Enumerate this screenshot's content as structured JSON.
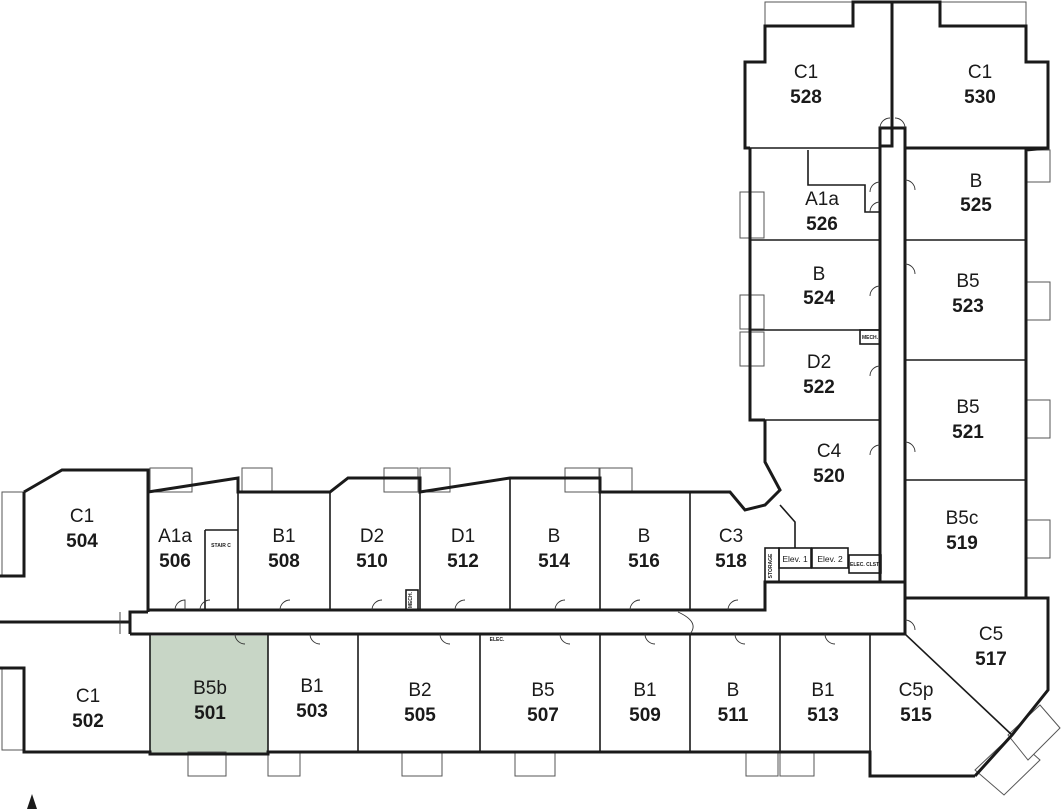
{
  "units": [
    {
      "id": "501",
      "type": "B5b",
      "highlighted": true
    },
    {
      "id": "502",
      "type": "C1"
    },
    {
      "id": "503",
      "type": "B1"
    },
    {
      "id": "504",
      "type": "C1"
    },
    {
      "id": "505",
      "type": "B2"
    },
    {
      "id": "506",
      "type": "A1a"
    },
    {
      "id": "507",
      "type": "B5"
    },
    {
      "id": "508",
      "type": "B1"
    },
    {
      "id": "509",
      "type": "B1"
    },
    {
      "id": "510",
      "type": "D2"
    },
    {
      "id": "511",
      "type": "B"
    },
    {
      "id": "512",
      "type": "D1"
    },
    {
      "id": "513",
      "type": "B1"
    },
    {
      "id": "514",
      "type": "B"
    },
    {
      "id": "515",
      "type": "C5p"
    },
    {
      "id": "516",
      "type": "B"
    },
    {
      "id": "517",
      "type": "C5"
    },
    {
      "id": "518",
      "type": "C3"
    },
    {
      "id": "519",
      "type": "B5c"
    },
    {
      "id": "520",
      "type": "C4"
    },
    {
      "id": "521",
      "type": "B5"
    },
    {
      "id": "522",
      "type": "D2"
    },
    {
      "id": "523",
      "type": "B5"
    },
    {
      "id": "524",
      "type": "B"
    },
    {
      "id": "525",
      "type": "B"
    },
    {
      "id": "526",
      "type": "A1a"
    },
    {
      "id": "528",
      "type": "C1"
    },
    {
      "id": "530",
      "type": "C1"
    }
  ],
  "labels": {
    "stair_c": "STAIR C",
    "mech_1": "MECH.",
    "mech_2": "MECH.",
    "elec": "ELEC.",
    "storage": "STORAGE",
    "elev_1": "Elev. 1",
    "elev_2": "Elev. 2",
    "elec_clst": "ELEC. CLST."
  },
  "colors": {
    "highlight": "#c8d6c6",
    "wall": "#1a1a1a"
  },
  "icons": {
    "north_arrow": "north-arrow-icon"
  }
}
